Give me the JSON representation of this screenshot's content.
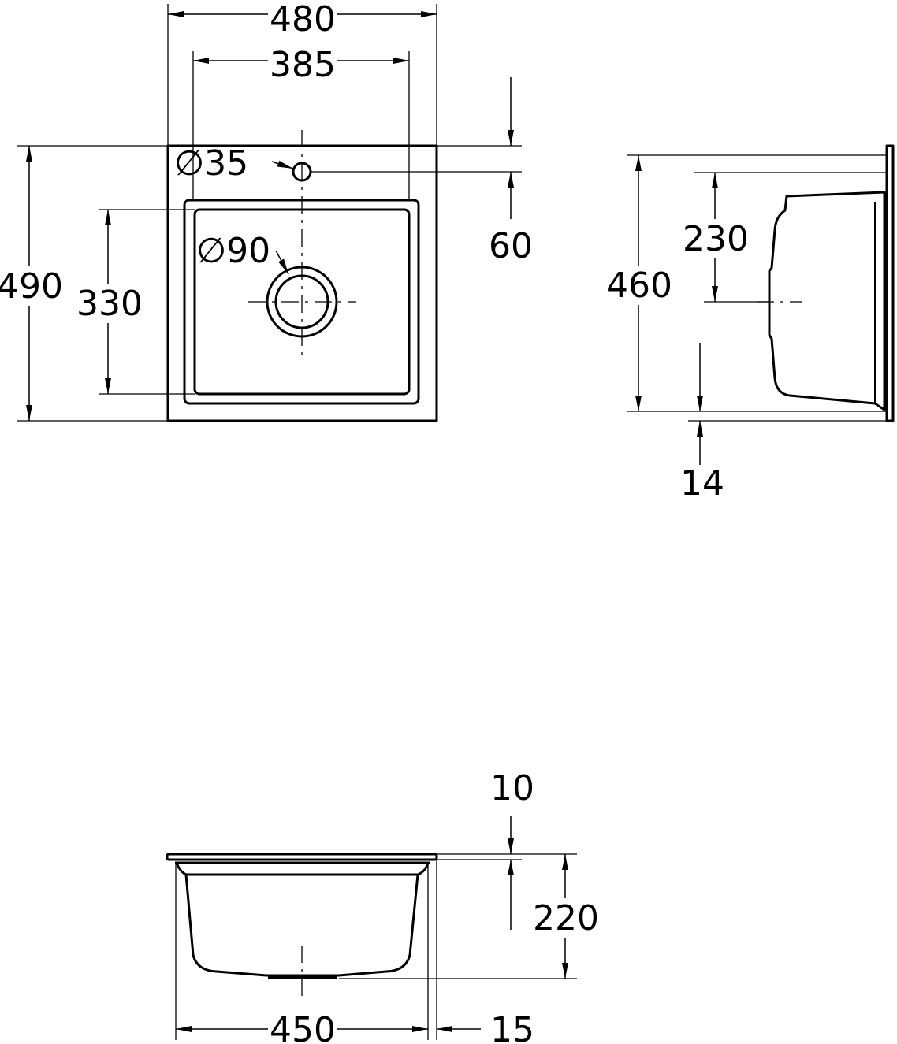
{
  "top_view": {
    "width_overall": "480",
    "width_bowl": "385",
    "depth_overall": "490",
    "depth_bowl": "330",
    "tap_hole_offset": "60",
    "tap_hole_diameter": "∅35",
    "drain_diameter": "∅90"
  },
  "side_view": {
    "bowl_length": "460",
    "drain_center": "230",
    "offset": "14"
  },
  "front_view": {
    "flange_thickness": "10",
    "depth": "220",
    "bowl_width": "450",
    "rim": "15"
  }
}
